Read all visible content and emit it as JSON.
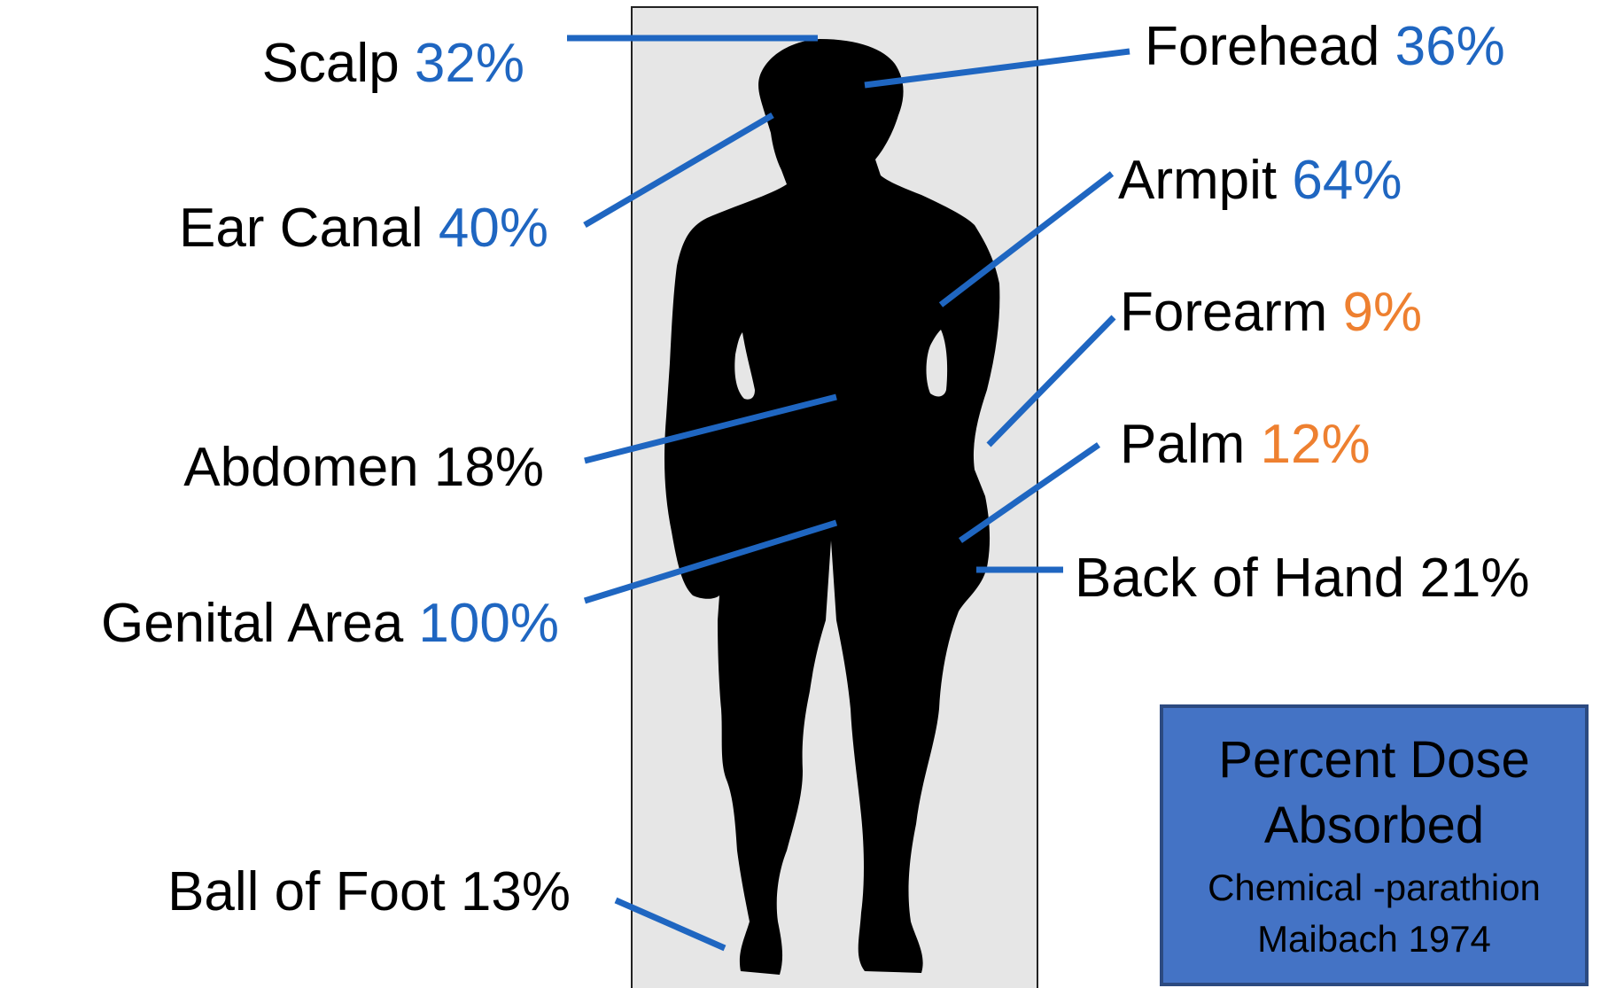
{
  "figure": {
    "legend": {
      "title_line1": "Percent Dose",
      "title_line2": "Absorbed",
      "chemical": "Chemical -parathion",
      "source": "Maibach 1974"
    },
    "colors": {
      "leader_line": "#1f66c1",
      "value_blue": "#1f66c1",
      "value_orange": "#ee8030",
      "value_black": "#000000",
      "background_panel": "#e6e6e6",
      "legend_fill": "#4473c5",
      "silhouette": "#000000"
    },
    "regions": [
      {
        "id": "scalp",
        "name": "Scalp",
        "value": "32%",
        "color": "blue"
      },
      {
        "id": "ear-canal",
        "name": "Ear Canal",
        "value": "40%",
        "color": "blue"
      },
      {
        "id": "abdomen",
        "name": "Abdomen",
        "value": "18%",
        "color": "black"
      },
      {
        "id": "genital-area",
        "name": "Genital Area",
        "value": "100%",
        "color": "blue"
      },
      {
        "id": "ball-of-foot",
        "name": "Ball of Foot",
        "value": "13%",
        "color": "black"
      },
      {
        "id": "forehead",
        "name": "Forehead",
        "value": "36%",
        "color": "blue"
      },
      {
        "id": "armpit",
        "name": "Armpit",
        "value": "64%",
        "color": "blue"
      },
      {
        "id": "forearm",
        "name": "Forearm",
        "value": "9%",
        "color": "orange"
      },
      {
        "id": "palm",
        "name": "Palm",
        "value": "12%",
        "color": "orange"
      },
      {
        "id": "back-of-hand",
        "name": "Back of Hand",
        "value": "21%",
        "color": "black"
      }
    ]
  }
}
